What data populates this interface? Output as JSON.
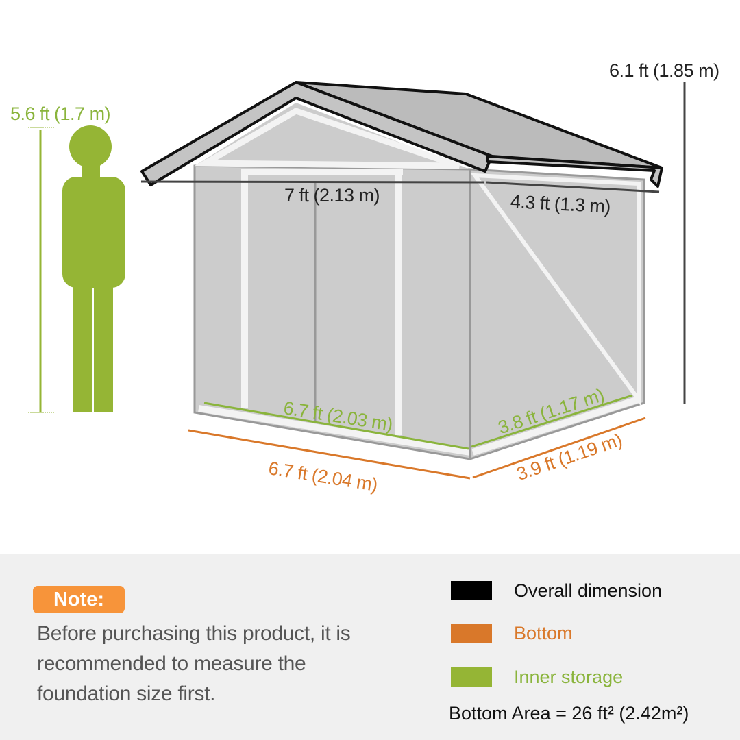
{
  "diagram": {
    "subject": "garden shed dimensions",
    "person_height": "5.6 ft (1.7 m)",
    "overall_height": "6.1 ft (1.85 m)",
    "roof_width": "7 ft (2.13 m)",
    "roof_depth": "4.3 ft (1.3 m)",
    "inner_width": "6.7 ft (2.03 m)",
    "inner_depth": "3.8 ft (1.17 m)",
    "bottom_width": "6.7 ft (2.04 m)",
    "bottom_depth": "3.9 ft (1.19 m)"
  },
  "note": {
    "badge": "Note:",
    "text": "Before purchasing this product, it is recommended to measure the foundation size first."
  },
  "legend": {
    "items": [
      {
        "label": "Overall dimension",
        "color": "#000000"
      },
      {
        "label": "Bottom",
        "color": "#d9782a"
      },
      {
        "label": "Inner storage",
        "color": "#95b535"
      }
    ],
    "area": "Bottom Area = 26 ft² (2.42m²)"
  },
  "colors": {
    "overall": "#222222",
    "bottom": "#d9782a",
    "inner": "#8ab43c",
    "person": "#95b535",
    "note_badge": "#f7943a",
    "footer_bg": "#f0f0f0"
  }
}
